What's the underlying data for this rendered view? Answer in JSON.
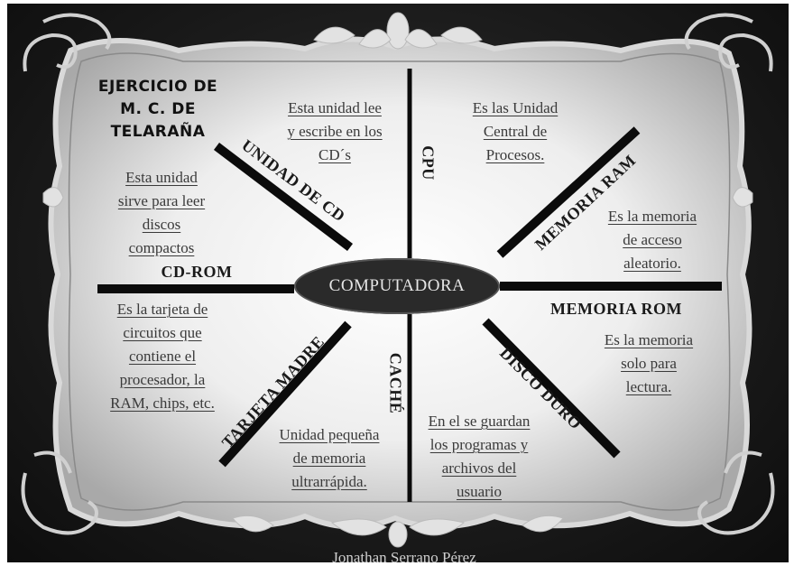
{
  "title": [
    "EJERCICIO DE",
    "M. C. DE",
    "TELARAÑA"
  ],
  "center": "COMPUTADORA",
  "nodes": {
    "cd_rom": {
      "label": "CD-ROM",
      "description": [
        "Esta unidad",
        "sirve para leer",
        "discos",
        "compactos"
      ]
    },
    "unidad_de_cd": {
      "label": "UNIDAD DE CD",
      "description": [
        "Esta unidad lee",
        "y escribe en los",
        "CD´s"
      ]
    },
    "cpu": {
      "label": "CPU",
      "description": [
        "Es las Unidad",
        "Central de",
        "Procesos."
      ]
    },
    "memoria_ram": {
      "label": "MEMORIA RAM",
      "description": [
        "Es la memoria",
        "de acceso",
        "aleatorio."
      ]
    },
    "memoria_rom": {
      "label": "MEMORIA ROM",
      "description": [
        "Es la memoria",
        "solo para",
        "lectura."
      ]
    },
    "disco_duro": {
      "label": "DISCO DURO",
      "description": [
        "En el se guardan",
        "los programas y",
        "archivos del",
        "usuario"
      ]
    },
    "cache": {
      "label": "CACHÉ",
      "description": [
        "Unidad pequeña",
        "de memoria",
        "ultrarrápida."
      ]
    },
    "tarjeta_madre": {
      "label": "TARJETA MADRE",
      "description": [
        "Es la tarjeta de",
        "circuitos que",
        "contiene el",
        "procesador, la",
        "RAM, chips, etc."
      ]
    }
  },
  "author": "Jonathan Serrano Pérez"
}
